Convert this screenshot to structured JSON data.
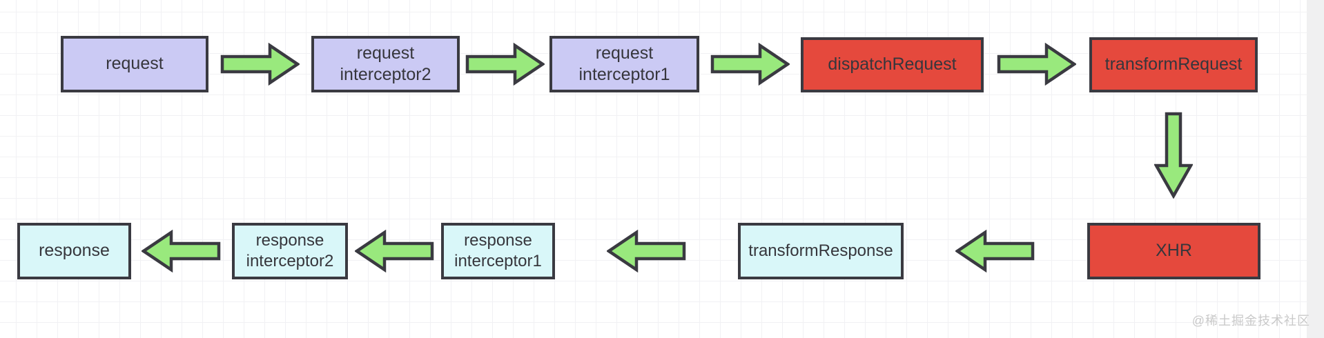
{
  "diagram": {
    "type": "flowchart",
    "subject": "axios request/response pipeline",
    "watermark": "@稀土掘金技术社区"
  },
  "colors": {
    "request_phase_fill": "#cbcaf4",
    "core_fill": "#e5493d",
    "response_phase_fill": "#d9f7f9",
    "arrow_fill": "#99e97d",
    "border": "#3a3a41",
    "grid_line": "#f1f1f4",
    "watermark_text": "#c9c9c9"
  },
  "nodes": [
    {
      "id": "request",
      "label": "request",
      "color": "#cbcaf4"
    },
    {
      "id": "request-interceptor2",
      "label": "request\ninterceptor2",
      "color": "#cbcaf4"
    },
    {
      "id": "request-interceptor1",
      "label": "request\ninterceptor1",
      "color": "#cbcaf4"
    },
    {
      "id": "dispatchRequest",
      "label": "dispatchRequest",
      "color": "#e5493d"
    },
    {
      "id": "transformRequest",
      "label": "transformRequest",
      "color": "#e5493d"
    },
    {
      "id": "XHR",
      "label": "XHR",
      "color": "#e5493d"
    },
    {
      "id": "transformResponse",
      "label": "transformResponse",
      "color": "#d9f7f9"
    },
    {
      "id": "response-interceptor1",
      "label": "response\ninterceptor1",
      "color": "#d9f7f9"
    },
    {
      "id": "response-interceptor2",
      "label": "response\ninterceptor2",
      "color": "#d9f7f9"
    },
    {
      "id": "response",
      "label": "response",
      "color": "#d9f7f9"
    }
  ],
  "edges": [
    {
      "from": "request",
      "to": "request-interceptor2",
      "direction": "right"
    },
    {
      "from": "request-interceptor2",
      "to": "request-interceptor1",
      "direction": "right"
    },
    {
      "from": "request-interceptor1",
      "to": "dispatchRequest",
      "direction": "right"
    },
    {
      "from": "dispatchRequest",
      "to": "transformRequest",
      "direction": "right"
    },
    {
      "from": "transformRequest",
      "to": "XHR",
      "direction": "down"
    },
    {
      "from": "XHR",
      "to": "transformResponse",
      "direction": "left"
    },
    {
      "from": "transformResponse",
      "to": "response-interceptor1",
      "direction": "left"
    },
    {
      "from": "response-interceptor1",
      "to": "response-interceptor2",
      "direction": "left"
    },
    {
      "from": "response-interceptor2",
      "to": "response",
      "direction": "left"
    }
  ]
}
